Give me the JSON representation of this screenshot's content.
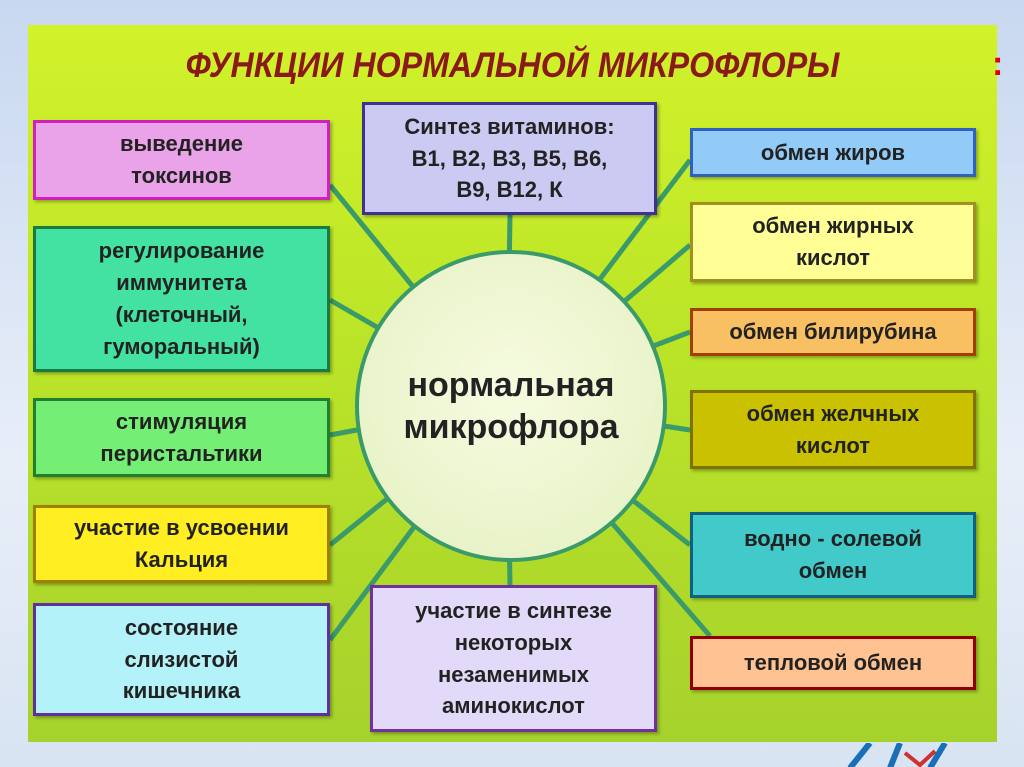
{
  "title": "ФУНКЦИИ НОРМАЛЬНОЙ МИКРОФЛОРЫ",
  "title_suffix": ":",
  "center": "нормальная\nмикрофлора",
  "boxes": {
    "toxins": "выведение\nтоксинов",
    "immunity": "регулирование\nиммунитета\n(клеточный,\nгуморальный)",
    "peristalsis": "стимуляция\nперистальтики",
    "calcium": "участие в усвоении\nКальция",
    "mucosa": "состояние\nслизистой\nкишечника",
    "vitamins": "Синтез витаминов:\nB1, B2, B3, B5, B6,\nB9, B12, К",
    "amino": "участие в синтезе\nнекоторых\nнезаменимых\nаминокислот",
    "fats": "обмен жиров",
    "fatty_acids": "обмен жирных\nкислот",
    "bilirubin": "обмен билирубина",
    "bile_acids": "обмен желчных\nкислот",
    "water_salt": "водно - солевой\nобмен",
    "heat": "тепловой обмен"
  },
  "colors": {
    "title": "#8a1a1a",
    "connector": "#3a9a6a"
  }
}
